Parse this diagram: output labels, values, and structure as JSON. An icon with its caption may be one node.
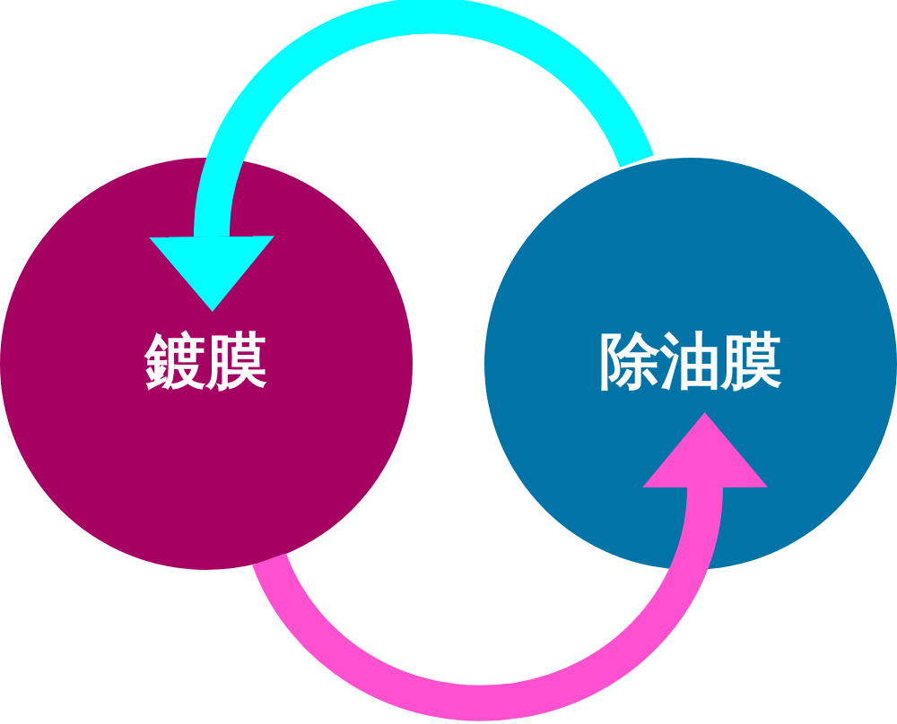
{
  "diagram": {
    "nodes": [
      {
        "text": [
          "鍍膜"
        ]
      },
      {
        "text": [
          "除油膜"
        ]
      }
    ],
    "edges": [
      {
        "from": 1,
        "to": 0,
        "arrow": "to",
        "color": "#00ffff"
      },
      {
        "from": 0,
        "to": 1,
        "arrow": "to",
        "color": "#fe50cf"
      }
    ]
  }
}
